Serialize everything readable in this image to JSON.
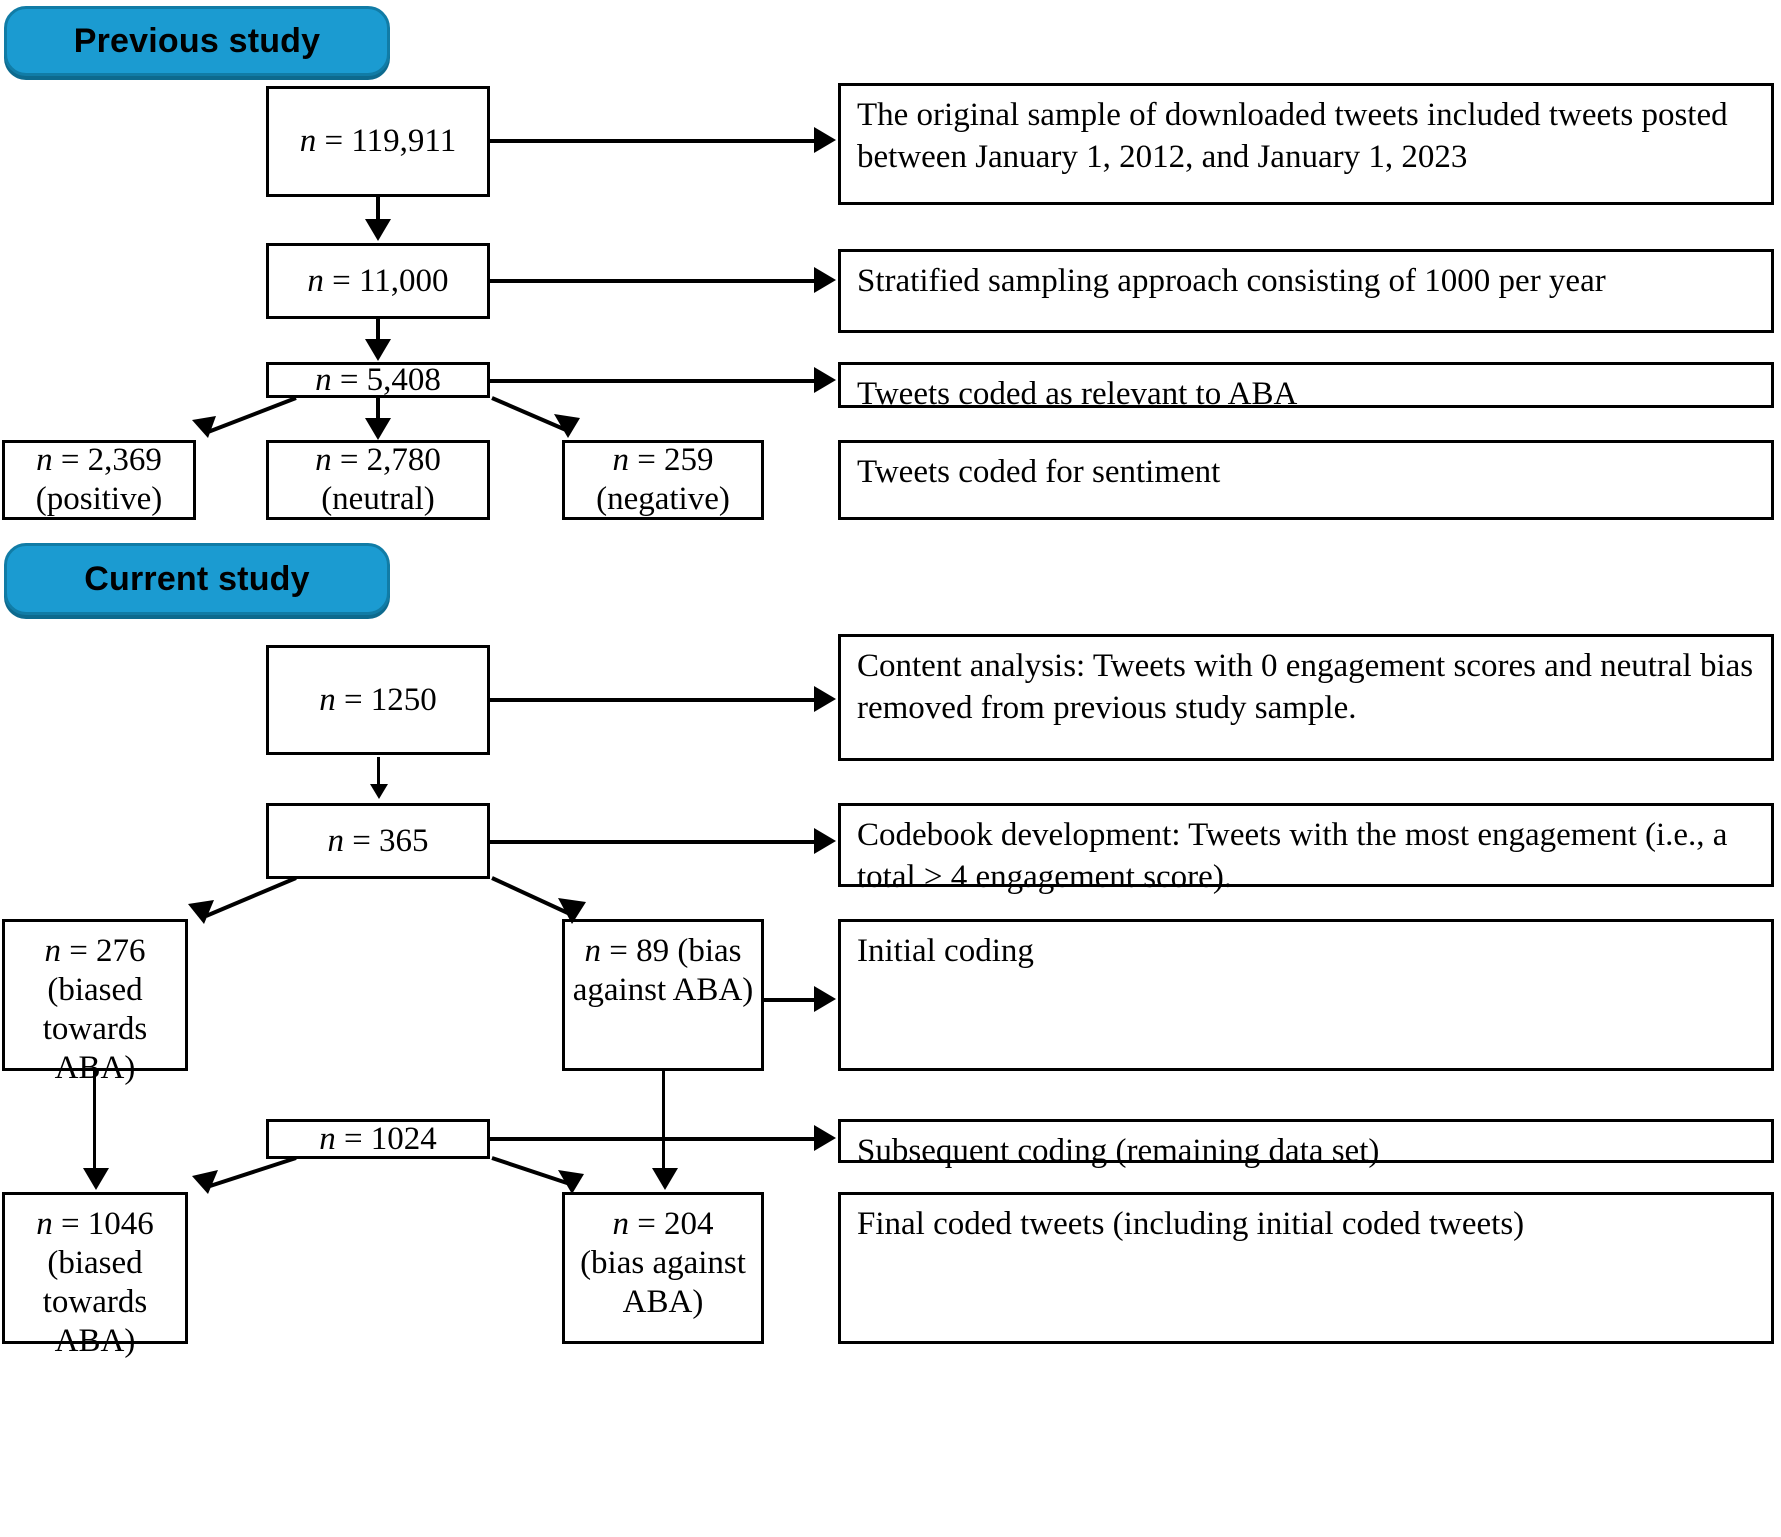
{
  "figure": {
    "type": "flowchart",
    "title": "Tweet sampling and coding flow diagram",
    "accent_color": "#1b9bd1",
    "accent_border_color": "#117ca6",
    "box_border_color": "#000000",
    "background_color": "#ffffff"
  },
  "sections": [
    {
      "id": "previous",
      "label": "Previous study"
    },
    {
      "id": "current",
      "label": "Current study"
    }
  ],
  "previous_study": {
    "nodes": [
      {
        "id": "p1",
        "n_label": "n",
        "value": "= 119,911",
        "text": "n = 119,911",
        "sub": ""
      },
      {
        "id": "p2",
        "n_label": "n",
        "value": "= 11,000",
        "text": "n = 11,000",
        "sub": ""
      },
      {
        "id": "p3",
        "n_label": "n",
        "value": "= 5,408",
        "text": "n = 5,408",
        "sub": ""
      },
      {
        "id": "p4a",
        "n_label": "n",
        "value": "= 2,369",
        "text": "n = 2,369",
        "sub": "(positive)"
      },
      {
        "id": "p4b",
        "n_label": "n",
        "value": "= 2,780",
        "text": "n = 2,780",
        "sub": "(neutral)"
      },
      {
        "id": "p4c",
        "n_label": "n",
        "value": "= 259",
        "text": "n = 259",
        "sub": "(negative)"
      }
    ],
    "annotations": [
      {
        "id": "pa1",
        "text": "The original sample of downloaded tweets included tweets posted between January 1, 2012, and January 1, 2023"
      },
      {
        "id": "pa2",
        "text": "Stratified sampling approach consisting of 1000 per year"
      },
      {
        "id": "pa3",
        "text": "Tweets coded as relevant to ABA"
      },
      {
        "id": "pa4",
        "text": "Tweets coded for sentiment"
      }
    ]
  },
  "current_study": {
    "nodes": [
      {
        "id": "c1",
        "n_label": "n",
        "value": "= 1250",
        "text": "n = 1250",
        "sub": ""
      },
      {
        "id": "c2",
        "n_label": "n",
        "value": "= 365",
        "text": "n = 365",
        "sub": ""
      },
      {
        "id": "c3a",
        "n_label": "n",
        "value": "= 276",
        "text": "n = 276",
        "sub": "(biased towards ABA)"
      },
      {
        "id": "c3b",
        "n_label": "n",
        "value": "= 89 (bias",
        "text": "n = 89 (bias",
        "sub": "against ABA)"
      },
      {
        "id": "c4",
        "n_label": "n",
        "value": "= 1024",
        "text": "n = 1024",
        "sub": ""
      },
      {
        "id": "c5a",
        "n_label": "n",
        "value": "= 1046",
        "text": "n = 1046",
        "sub": "(biased towards ABA)"
      },
      {
        "id": "c5b",
        "n_label": "n",
        "value": "= 204",
        "text": "n = 204",
        "sub": "(bias against ABA)"
      }
    ],
    "annotations": [
      {
        "id": "ca1",
        "text": "Content analysis: Tweets with 0 engagement scores and neutral bias removed from previous study sample."
      },
      {
        "id": "ca2",
        "text": "Codebook development: Tweets with the most engagement (i.e., a total > 4 engagement score)."
      },
      {
        "id": "ca3",
        "text": "Initial coding"
      },
      {
        "id": "ca4",
        "text": "Subsequent coding (remaining data set)"
      },
      {
        "id": "ca5",
        "text": "Final coded tweets (including initial coded tweets)"
      }
    ]
  },
  "chart_data": {
    "type": "flowchart",
    "title": "Tweet sampling and coding flow diagram",
    "stages": [
      {
        "section": "Previous study",
        "label": "n = 119,911",
        "note": "The original sample of downloaded tweets included tweets posted between January 1, 2012, and January 1, 2023",
        "value": 119911
      },
      {
        "section": "Previous study",
        "label": "n = 11,000",
        "note": "Stratified sampling approach consisting of 1000 per year",
        "value": 11000
      },
      {
        "section": "Previous study",
        "label": "n = 5,408",
        "note": "Tweets coded as relevant to ABA",
        "value": 5408
      },
      {
        "section": "Previous study",
        "label": "n = 2,369 (positive)",
        "note": "Tweets coded for sentiment",
        "value": 2369
      },
      {
        "section": "Previous study",
        "label": "n = 2,780 (neutral)",
        "note": "Tweets coded for sentiment",
        "value": 2780
      },
      {
        "section": "Previous study",
        "label": "n = 259 (negative)",
        "note": "Tweets coded for sentiment",
        "value": 259
      },
      {
        "section": "Current study",
        "label": "n = 1250",
        "note": "Content analysis: Tweets with 0 engagement scores and neutral bias removed from previous study sample.",
        "value": 1250
      },
      {
        "section": "Current study",
        "label": "n = 365",
        "note": "Codebook development: Tweets with the most engagement (i.e., a total > 4 engagement score).",
        "value": 365
      },
      {
        "section": "Current study",
        "label": "n = 276 (biased towards ABA)",
        "note": "Initial coding",
        "value": 276
      },
      {
        "section": "Current study",
        "label": "n = 89 (bias against ABA)",
        "note": "Initial coding",
        "value": 89
      },
      {
        "section": "Current study",
        "label": "n = 1024",
        "note": "Subsequent coding (remaining data set)",
        "value": 1024
      },
      {
        "section": "Current study",
        "label": "n = 1046 (biased towards ABA)",
        "note": "Final coded tweets (including initial coded tweets)",
        "value": 1046
      },
      {
        "section": "Current study",
        "label": "n = 204 (bias against ABA)",
        "note": "Final coded tweets (including initial coded tweets)",
        "value": 204
      }
    ]
  }
}
